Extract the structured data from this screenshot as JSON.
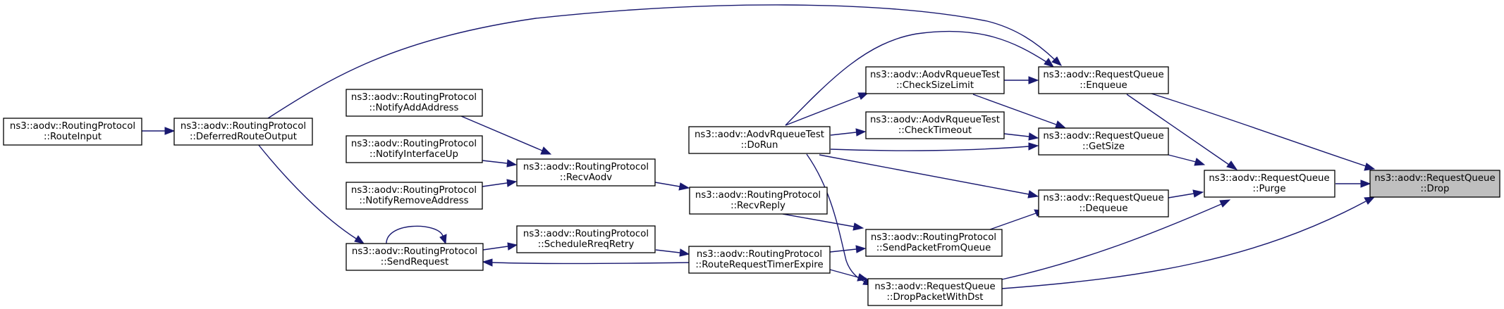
{
  "graph": {
    "nodes": {
      "drop": [
        "ns3::aodv::RequestQueue",
        "::Drop"
      ],
      "purge": [
        "ns3::aodv::RequestQueue",
        "::Purge"
      ],
      "enqueue": [
        "ns3::aodv::RequestQueue",
        "::Enqueue"
      ],
      "getsize": [
        "ns3::aodv::RequestQueue",
        "::GetSize"
      ],
      "dequeue": [
        "ns3::aodv::RequestQueue",
        "::Dequeue"
      ],
      "droppacket": [
        "ns3::aodv::RequestQueue",
        "::DropPacketWithDst"
      ],
      "checksizelimit": [
        "ns3::aodv::AodvRqueueTest",
        "::CheckSizeLimit"
      ],
      "checktimeout": [
        "ns3::aodv::AodvRqueueTest",
        "::CheckTimeout"
      ],
      "dorun": [
        "ns3::aodv::AodvRqueueTest",
        "::DoRun"
      ],
      "sendpacketfromqueue": [
        "ns3::aodv::RoutingProtocol",
        "::SendPacketFromQueue"
      ],
      "recvreply": [
        "ns3::aodv::RoutingProtocol",
        "::RecvReply"
      ],
      "routerequesttimerexpire": [
        "ns3::aodv::RoutingProtocol",
        "::RouteRequestTimerExpire"
      ],
      "recvaodv": [
        "ns3::aodv::RoutingProtocol",
        "::RecvAodv"
      ],
      "schedulerreqretry": [
        "ns3::aodv::RoutingProtocol",
        "::ScheduleRreqRetry"
      ],
      "notifyaddaddress": [
        "ns3::aodv::RoutingProtocol",
        "::NotifyAddAddress"
      ],
      "notifyinterfaceup": [
        "ns3::aodv::RoutingProtocol",
        "::NotifyInterfaceUp"
      ],
      "notifyremoveaddress": [
        "ns3::aodv::RoutingProtocol",
        "::NotifyRemoveAddress"
      ],
      "sendrequest": [
        "ns3::aodv::RoutingProtocol",
        "::SendRequest"
      ],
      "deferredrouteoutput": [
        "ns3::aodv::RoutingProtocol",
        "::DeferredRouteOutput"
      ],
      "routeinput": [
        "ns3::aodv::RoutingProtocol",
        "::RouteInput"
      ]
    },
    "highlighted": "drop",
    "edges": [
      [
        "purge",
        "drop"
      ],
      [
        "enqueue",
        "drop"
      ],
      [
        "droppacket",
        "drop"
      ],
      [
        "getsize",
        "purge"
      ],
      [
        "dequeue",
        "purge"
      ],
      [
        "enqueue",
        "purge"
      ],
      [
        "droppacket",
        "purge"
      ],
      [
        "checksizelimit",
        "enqueue"
      ],
      [
        "dorun",
        "enqueue"
      ],
      [
        "deferredrouteoutput",
        "enqueue"
      ],
      [
        "checksizelimit",
        "getsize"
      ],
      [
        "checktimeout",
        "getsize"
      ],
      [
        "dorun",
        "getsize"
      ],
      [
        "dorun",
        "dequeue"
      ],
      [
        "sendpacketfromqueue",
        "dequeue"
      ],
      [
        "dorun",
        "droppacket"
      ],
      [
        "routerequesttimerexpire",
        "droppacket"
      ],
      [
        "dorun",
        "checksizelimit"
      ],
      [
        "dorun",
        "checktimeout"
      ],
      [
        "recvreply",
        "sendpacketfromqueue"
      ],
      [
        "routerequesttimerexpire",
        "sendpacketfromqueue"
      ],
      [
        "recvaodv",
        "recvreply"
      ],
      [
        "schedulerreqretry",
        "routerequesttimerexpire"
      ],
      [
        "routerequesttimerexpire",
        "sendrequest"
      ],
      [
        "notifyaddaddress",
        "recvaodv"
      ],
      [
        "notifyinterfaceup",
        "recvaodv"
      ],
      [
        "notifyremoveaddress",
        "recvaodv"
      ],
      [
        "sendrequest",
        "schedulerreqretry"
      ],
      [
        "sendrequest",
        "sendrequest"
      ],
      [
        "deferredrouteoutput",
        "sendrequest"
      ],
      [
        "routeinput",
        "deferredrouteoutput"
      ]
    ]
  }
}
